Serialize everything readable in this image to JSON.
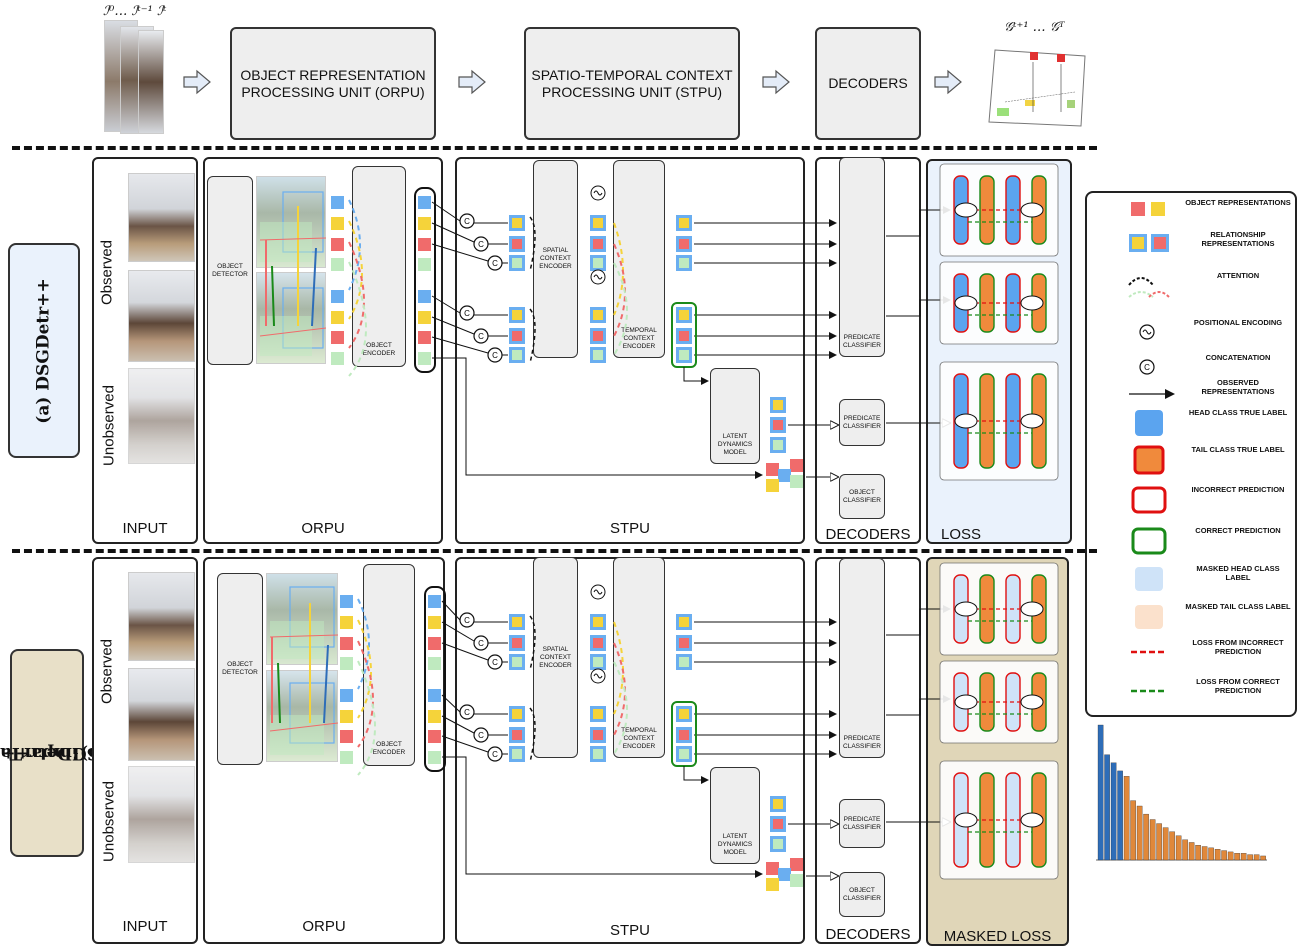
{
  "top": {
    "frames_label": "ℐ⁰… ℐᵗ⁻¹ ℐᵗ",
    "orpu": "OBJECT REPRESENTATION PROCESSING UNIT (ORPU)",
    "stpu": "SPATIO-TEMPORAL CONTEXT PROCESSING UNIT (STPU)",
    "decoders": "DECODERS",
    "graphs_label": "𝒢ᵗ⁺¹ … 𝒢ᵀ"
  },
  "rows": [
    {
      "label_line1": "(a) DSGDetr++",
      "label_line2": "",
      "label_bg": "#eaf2fc",
      "observed": "Observed",
      "unobserved": "Unobserved",
      "panels": {
        "input": "INPUT",
        "orpu": "ORPU",
        "stpu": "STPU",
        "decoders": "DECODERS",
        "loss": "LOSS"
      },
      "loss_bg": "#eaf2fc"
    },
    {
      "label_line1": "(b)ImparTail +",
      "label_line2": "DSGDetr++",
      "label_bg": "#e8e0c8",
      "observed": "Observed",
      "unobserved": "Unobserved",
      "panels": {
        "input": "INPUT",
        "orpu": "ORPU",
        "stpu": "STPU",
        "decoders": "DECODERS",
        "loss": "MASKED LOSS"
      },
      "loss_bg": "#e0d6b8"
    }
  ],
  "modules": {
    "object_detector": "OBJECT DETECTOR",
    "object_encoder": "OBJECT ENCODER",
    "spatial_encoder": "SPATIAL CONTEXT ENCODER",
    "temporal_encoder": "TEMPORAL CONTEXT ENCODER",
    "latent_dynamics": "LATENT DYNAMICS MODEL",
    "predicate_classifier": "PREDICATE CLASSIFIER",
    "object_classifier": "OBJECT CLASSIFIER",
    "concat_symbol": "C"
  },
  "legend": [
    {
      "icon": "object-squares",
      "text": "OBJECT REPRESENTATIONS"
    },
    {
      "icon": "relationship-squares",
      "text": "RELATIONSHIP REPRESENTATIONS"
    },
    {
      "icon": "attention-arcs",
      "text": "ATTENTION"
    },
    {
      "icon": "positional-encoding-icon",
      "text": "POSITIONAL ENCODING"
    },
    {
      "icon": "concatenation-icon",
      "text": "CONCATENATION"
    },
    {
      "icon": "arrow",
      "text": "OBSERVED REPRESENTATIONS"
    },
    {
      "icon": "head-class",
      "text": "HEAD CLASS TRUE LABEL"
    },
    {
      "icon": "tail-class",
      "text": "TAIL CLASS TRUE LABEL"
    },
    {
      "icon": "incorrect",
      "text": "INCORRECT PREDICTION"
    },
    {
      "icon": "correct",
      "text": "CORRECT PREDICTION"
    },
    {
      "icon": "masked-head",
      "text": "MASKED HEAD CLASS LABEL"
    },
    {
      "icon": "masked-tail",
      "text": "MASKED TAIL CLASS LABEL"
    },
    {
      "icon": "loss-incorrect",
      "text": "LOSS FROM INCORRECT PREDICTION"
    },
    {
      "icon": "loss-correct",
      "text": "LOSS FROM CORRECT PREDICTION"
    }
  ],
  "colors": {
    "object_red": "#f06b6b",
    "object_yellow": "#f5d33a",
    "rel_blue": "#6aaef0",
    "rel_green": "#bfeabf",
    "head_blue": "#5ba4ef",
    "tail_orange": "#f08a3c",
    "incorrect_red": "#e01010",
    "correct_green": "#1a8a1a",
    "masked_head": "#cfe3f8",
    "masked_tail": "#fbe1cc",
    "bar_head": "#2e6db8",
    "bar_tail": "#e0883a"
  },
  "histogram": {
    "values": [
      100,
      78,
      72,
      66,
      62,
      44,
      40,
      34,
      30,
      27,
      24,
      21,
      18,
      15,
      13,
      11,
      10,
      9,
      8,
      7,
      6,
      5,
      5,
      4,
      4,
      3
    ],
    "head_count": 4
  }
}
